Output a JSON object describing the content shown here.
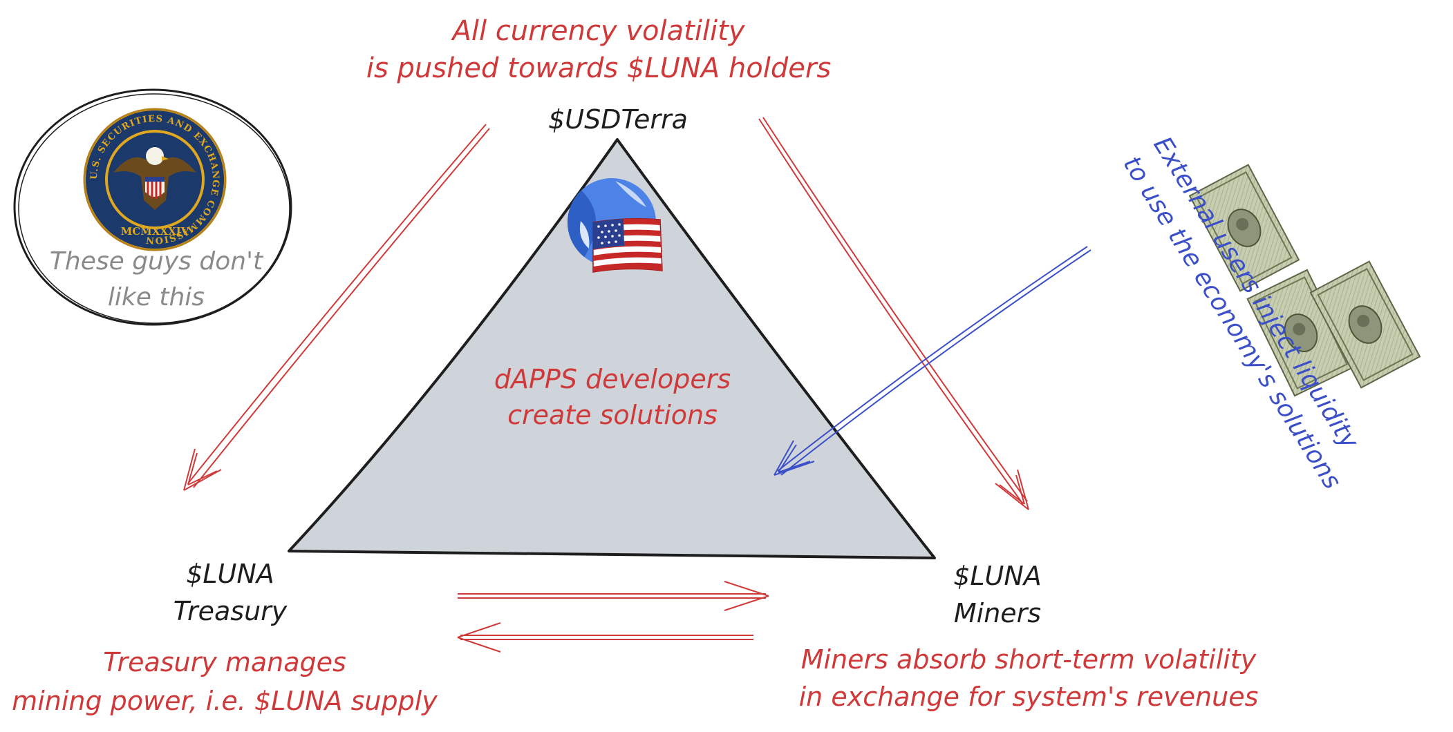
{
  "nodes": {
    "top": {
      "label": "$USDTerra"
    },
    "bottom_left": {
      "line1": "$LUNA",
      "line2": "Treasury"
    },
    "bottom_right": {
      "line1": "$LUNA",
      "line2": "Miners"
    }
  },
  "annotations": {
    "top_line1": "All currency volatility",
    "top_line2": "is pushed towards $LUNA holders",
    "center_line1": "dAPPS developers",
    "center_line2": "create solutions",
    "external_line1": "External users inject liquidity",
    "external_line2": "to use the economy's solutions",
    "treasury_line1": "Treasury manages",
    "treasury_line2": "mining power, i.e. $LUNA supply",
    "miners_line1": "Miners absorb short-term volatility",
    "miners_line2": "in exchange for system's revenues",
    "sec_line1": "These guys don't",
    "sec_line2": "like this"
  },
  "seal": {
    "ring_text": "U.S. SECURITIES AND EXCHANGE COMMISSION",
    "year": "MCMXXXIV"
  },
  "colors": {
    "red": "#d0393a",
    "blue": "#3b4fc9",
    "gray_text": "#8a8a8a",
    "triangle_fill": "#ced4da",
    "ink": "#1e1e1e",
    "seal_navy": "#1b3a6b",
    "seal_gold": "#e0a81e"
  },
  "icons": {
    "terra_logo": "terra-globe-icon",
    "us_flag": "us-flag-icon",
    "dollar_bills": "dollar-bill-icon"
  }
}
